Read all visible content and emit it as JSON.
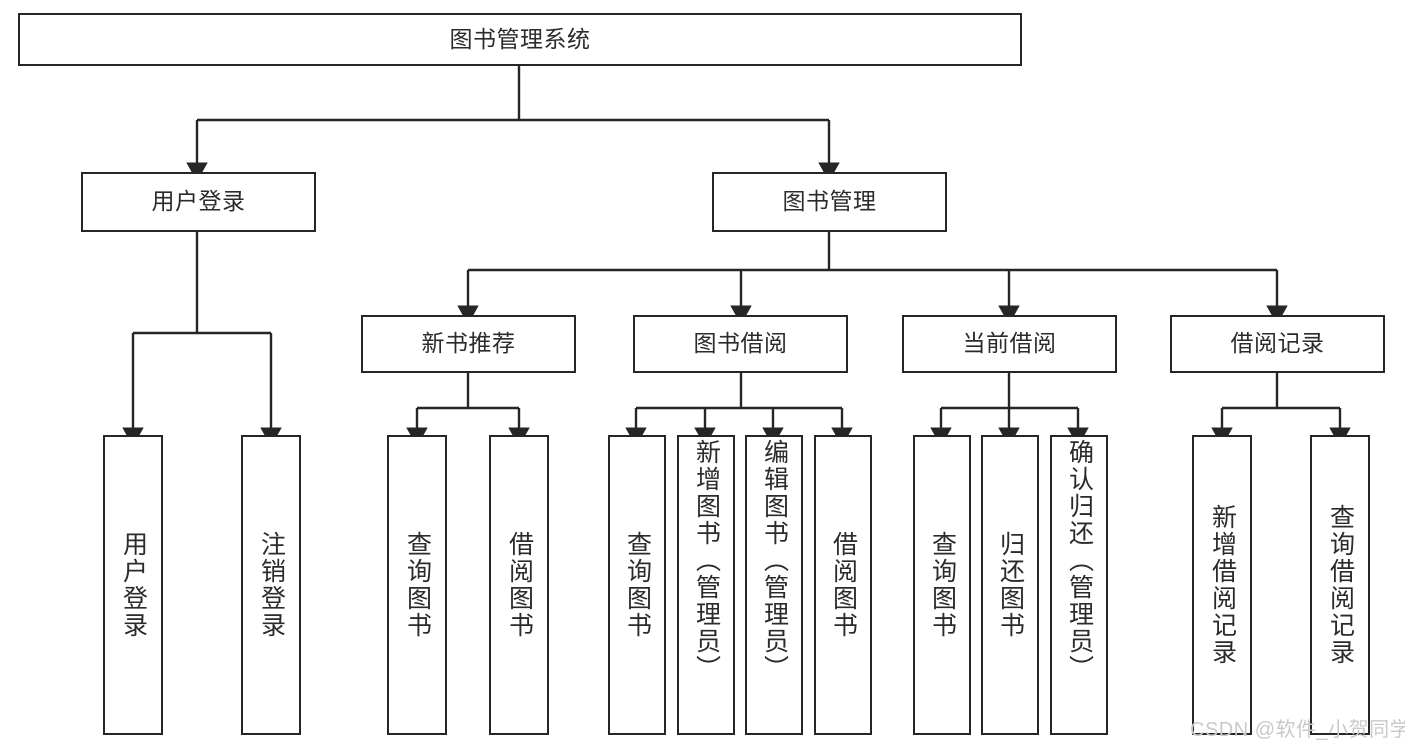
{
  "diagram": {
    "title": "图书管理系统",
    "type": "tree",
    "watermark": "CSDN @软件_小贺同学",
    "colors": {
      "border": "#262626",
      "text": "#2b2b2b",
      "background": "#ffffff",
      "watermark": "#c9c9c9"
    },
    "levels": {
      "root": {
        "label": "图书管理系统"
      },
      "level2": [
        {
          "label": "用户登录"
        },
        {
          "label": "图书管理"
        }
      ],
      "level3": [
        {
          "label": "新书推荐"
        },
        {
          "label": "图书借阅"
        },
        {
          "label": "当前借阅"
        },
        {
          "label": "借阅记录"
        }
      ],
      "leaves_user_login": [
        {
          "label": "用户登录"
        },
        {
          "label": "注销登录"
        }
      ],
      "leaves_new_book": [
        {
          "label": "查询图书"
        },
        {
          "label": "借阅图书"
        }
      ],
      "leaves_borrow": [
        {
          "label": "查询图书"
        },
        {
          "label": "新增图书（管理员）"
        },
        {
          "label": "编辑图书（管理员）"
        },
        {
          "label": "借阅图书"
        }
      ],
      "leaves_current": [
        {
          "label": "查询图书"
        },
        {
          "label": "归还图书"
        },
        {
          "label": "确认归还（管理员）"
        }
      ],
      "leaves_record": [
        {
          "label": "新增借阅记录"
        },
        {
          "label": "查询借阅记录"
        }
      ]
    }
  }
}
